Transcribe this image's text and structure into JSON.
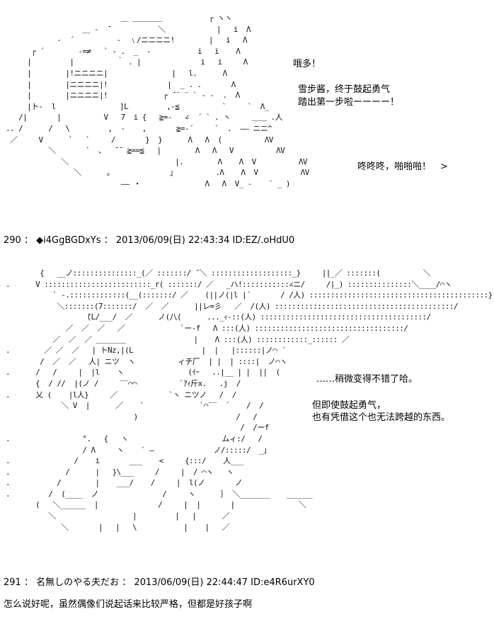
{
  "post1": {
    "art": "                           ＿ ＿＿＿＿           ┌ ヽヽ\n                  ＿ -  ̄            ＼            |   i  Λ\n            -  ´          -  ﹨/ニニニニ!        |   i   Λ\n      ┌ ´        -=≠   ` ‐ .  _  -           i   i    Λ\n     |         |          ｀ . |              i   i     Λ\n     |        |!ニニニニ|               |   l.      Λ\n     |        |ニニニニ|!              |  _ . .       Λ\n     |        |ニニニニ|!             ┌ ̄ ¨ ¨ ` ‐ -  .  Λ\n     |ト-  l               ]L         ,-≦          `     `  Λ_\n   /|       |          V   7  i {   ≧=-   ∠  ´ ` . ヽ     ＿＿ .人\n.. /      /   \\         ,  -    ,       ≧=-´     `  .  ―― ニニ^\n ／     V      `   `     /       }  }      Λ   Λ  (          ΛV\n          ＼       `  、  ̄ ̄  ≧==≦   |        Λ   Λ   V          ΛV\n             ＼                         |.        Λ    Λ  V          ΛV\n                ＼      。             」         .Λ    Λ  V          ΛV\n                           ―― ・               Λ   Λ  V_ -    ` _ )",
    "lines": [
      {
        "text": "哦多！"
      },
      {
        "text": "雪步酱，终于鼓起勇气"
      },
      {
        "text": "踏出第一步啦ーーーー！"
      },
      {
        "text": "咚咚咚，啪啪啪！　>"
      }
    ]
  },
  "header290": {
    "num": "290",
    "name": "◆i4GgBGDxYs",
    "sep": "：",
    "date": "2013/06/09(日) 22:43:34",
    "id": "ID:EZ/.oHdU0"
  },
  "post2": {
    "art": "        {   __ノ:::::::::::::::_(／ :::::::/ ̄ ＼ :::::::::::::::::::_}     ||_／ :::::::(          ＼\n.      V :::::::::::::::::::::::::_r( :::::::/ ／   _ハ!:::::::::::∠ニ/     /|_) :::::::::::::::＼____/⌒ヽ\n           ` ‐.:::::::::::::(__(:::::::/ ／    (||ノ(|l |´       / /人) ::::::::::::::::::::::::::::::::::::::::::}\n            ＼:::::::(7:::::::/  ／  ／      ||レ=彡   ／  /(人) ::::::::::::::::::::::::::::::::::::::::::/\n                   ̄(L/___/  ／      ノ(八(      ..._ｨ-::(人) :::::::::::::::::::::::::::::::::::::::/\n              ／  ／  ／   ／             `ー-f   Λ :::(人) :::::::::::::::::::::::::::::::::::/\n           ／  ／  ／ ＿＿＿＿                |    Λ :::(人) ::::::::::::_:::::: ／\n.        ／ ／  ／   | トNz,|(L                |  |   |::::::|ノ⌒ ´\n        /  ／  ／   人| ニツ  ヽ          ィチ厂  | |  | ::::|  ノ⌒ヽ\n.      /   /     |  |l    ヽ               (ｲｰ   ..|__ | |  ||  (\n       {  / //  |(ノ /     ‾¨⌒⌒          `ｱｨ斤x.   .j  /\n.      乂 (    |l人}     ／            `ヽ ニツノ   /  /\n             ＼ V  |      ／    `             `⌒¨‾  ´    /  /\n                              )                       /   /\n                                                       /  /ーf\n.                 °.   {   ヽ                      ムィ:/   /\n                  / Λ     ヽ    ` ―              ノ/:::::/  _」\n.               /    i       ___    <     {:::/    人___\n.             /      |   }\\___     /     |  / ⌒ヽ   ヽ\n.           /        |    ___/    /     |  l(ノ       ノ\n.         /  (____  ノ               /     ヽ      ｝ ＼_______    ______\n       (   ＼______  |              /     |  |       |               ＼\n          ＼                  |         |   |      ／\n             ＼       |   |   \\           |    |   ／",
    "lines": [
      {
        "text": "……稍微变得不错了哈。"
      },
      {
        "text": "但即使鼓起勇气，"
      },
      {
        "text": "也有凭借这个也无法跨越的东西。"
      }
    ]
  },
  "header291": {
    "num": "291",
    "name": "名無しのやる夫だお",
    "sep": "：",
    "date": "2013/06/09(日) 22:44:47",
    "id": "ID:e4R6urXY0"
  },
  "comment291": "怎么说好呢，虽然偶像们说起话来比较严格，但都是好孩子啊"
}
